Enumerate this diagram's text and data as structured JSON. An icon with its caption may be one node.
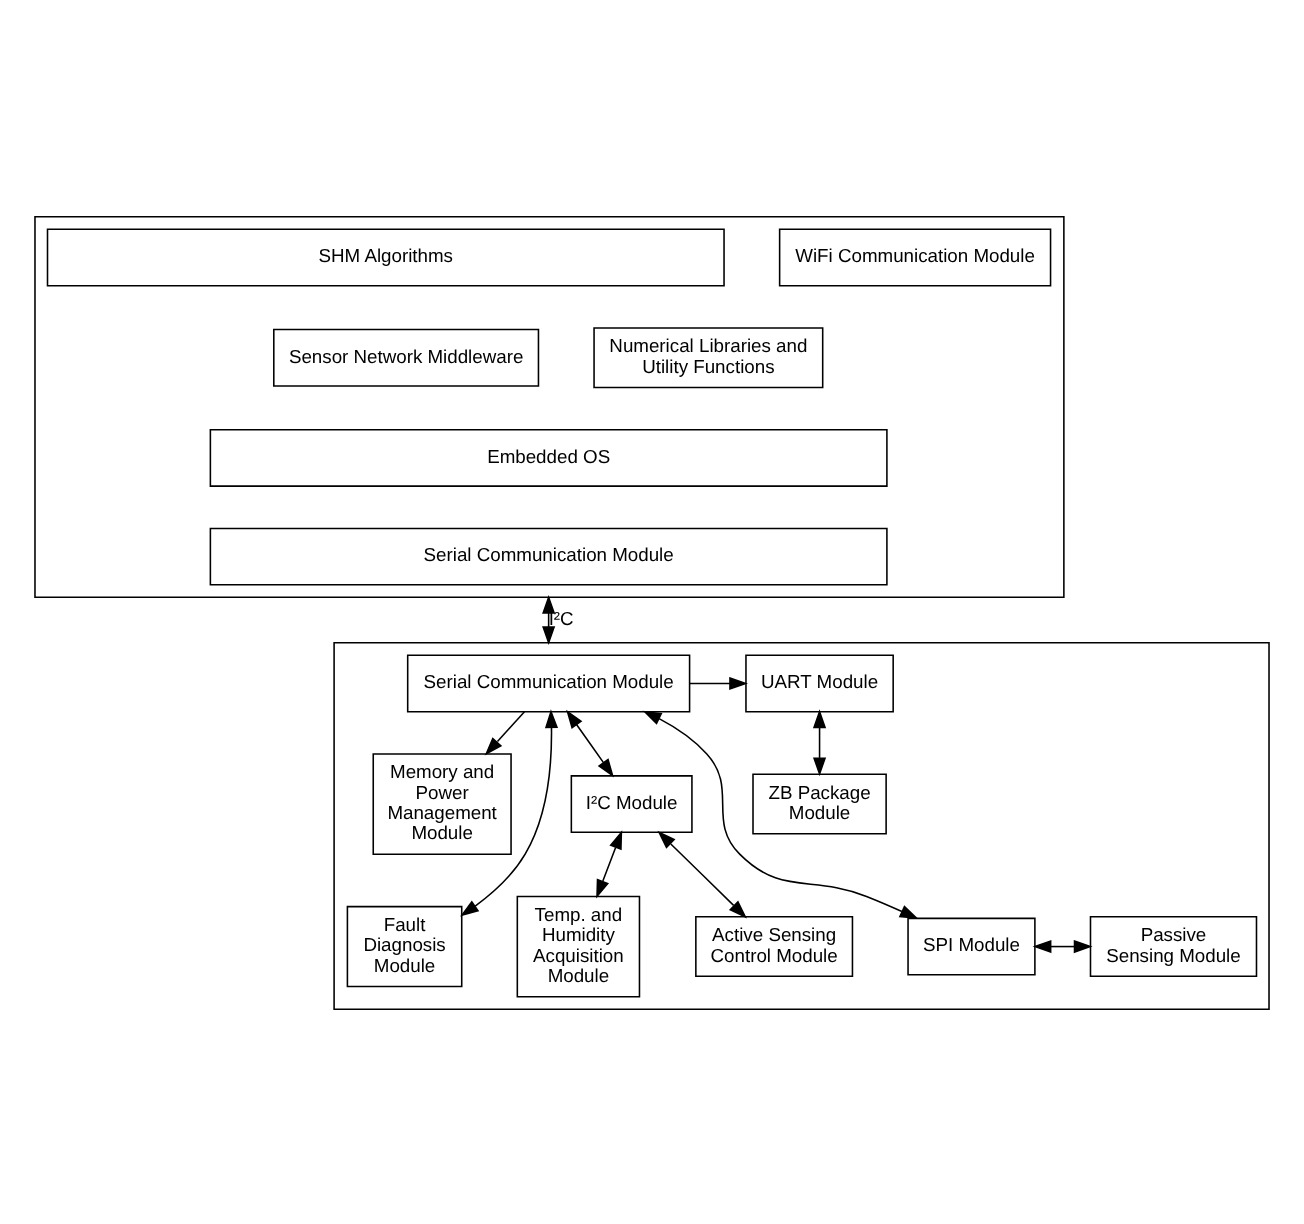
{
  "diagram": {
    "nodes": [
      {
        "text": [],
        "shape": "box"
      },
      {
        "text": [
          "SHM Algorithms"
        ],
        "in": 0
      },
      {
        "text": [
          "Sensor Network Middleware"
        ],
        "in": 0
      },
      {
        "text": [
          "Numerical Libraries and Utility Functions"
        ],
        "in": 0
      },
      {
        "text": [
          "WiFi Communication Module"
        ],
        "in": 0
      },
      {
        "text": [
          "Embedded OS"
        ],
        "in": 0
      },
      {
        "text": [
          "Serial Communication Module"
        ],
        "in": 0
      },
      {
        "text": [],
        "shape": "box"
      },
      {
        "text": [
          "Serial Communication Module"
        ],
        "in": 7
      },
      {
        "text": [
          "UART Module"
        ],
        "in": 7
      },
      {
        "text": [
          "Memory and Power Management Module"
        ],
        "in": 7
      },
      {
        "text": [
          "I²C Module"
        ],
        "in": 7
      },
      {
        "text": [
          "ZB Package Module"
        ],
        "in": 7
      },
      {
        "text": [
          "Fault Diagnosis Module"
        ],
        "in": 7
      },
      {
        "text": [
          "Temp. and Humidity Acquisition Module"
        ],
        "in": 7
      },
      {
        "text": [
          "Active Sensing Control Module"
        ],
        "in": 7
      },
      {
        "text": [
          "SPI Module"
        ],
        "in": 7
      },
      {
        "text": [
          "Passive Sensing Module"
        ],
        "in": 7
      }
    ],
    "edges": [
      {
        "from": 6,
        "to": 8,
        "arrow": "both",
        "label": "I²C"
      },
      {
        "from": 8,
        "to": 9,
        "arrow": "to"
      },
      {
        "from": 9,
        "to": 12,
        "arrow": "both"
      },
      {
        "from": 8,
        "to": 10,
        "arrow": "to"
      },
      {
        "from": 8,
        "to": 13,
        "arrow": "both"
      },
      {
        "from": 8,
        "to": 11,
        "arrow": "both"
      },
      {
        "from": 8,
        "to": 16,
        "arrow": "both"
      },
      {
        "from": 11,
        "to": 14,
        "arrow": "both"
      },
      {
        "from": 11,
        "to": 15,
        "arrow": "both"
      },
      {
        "from": 16,
        "to": 17,
        "arrow": "both"
      }
    ]
  }
}
